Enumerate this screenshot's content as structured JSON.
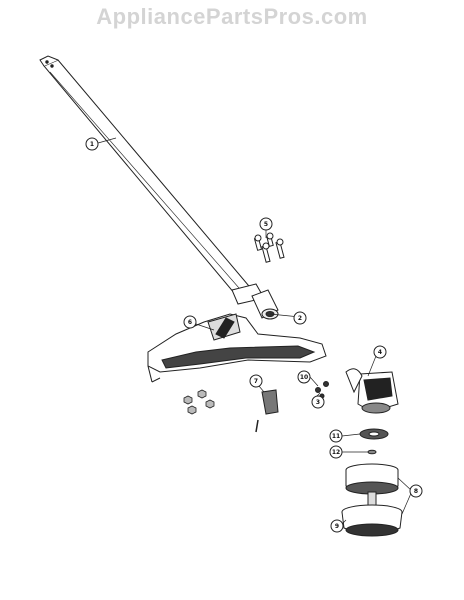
{
  "watermark": "AppliancePartsPros.com",
  "callouts": [
    {
      "id": "1",
      "label": "1"
    },
    {
      "id": "2",
      "label": "2"
    },
    {
      "id": "3",
      "label": "3"
    },
    {
      "id": "4",
      "label": "4"
    },
    {
      "id": "5",
      "label": "5"
    },
    {
      "id": "6",
      "label": "6"
    },
    {
      "id": "7",
      "label": "7"
    },
    {
      "id": "8",
      "label": "8"
    },
    {
      "id": "9",
      "label": "9"
    },
    {
      "id": "10",
      "label": "10"
    },
    {
      "id": "11",
      "label": "11"
    },
    {
      "id": "12",
      "label": "12"
    }
  ],
  "colors": {
    "line": "#222222",
    "shade": "#333333",
    "watermark": "#d4d4d4"
  }
}
